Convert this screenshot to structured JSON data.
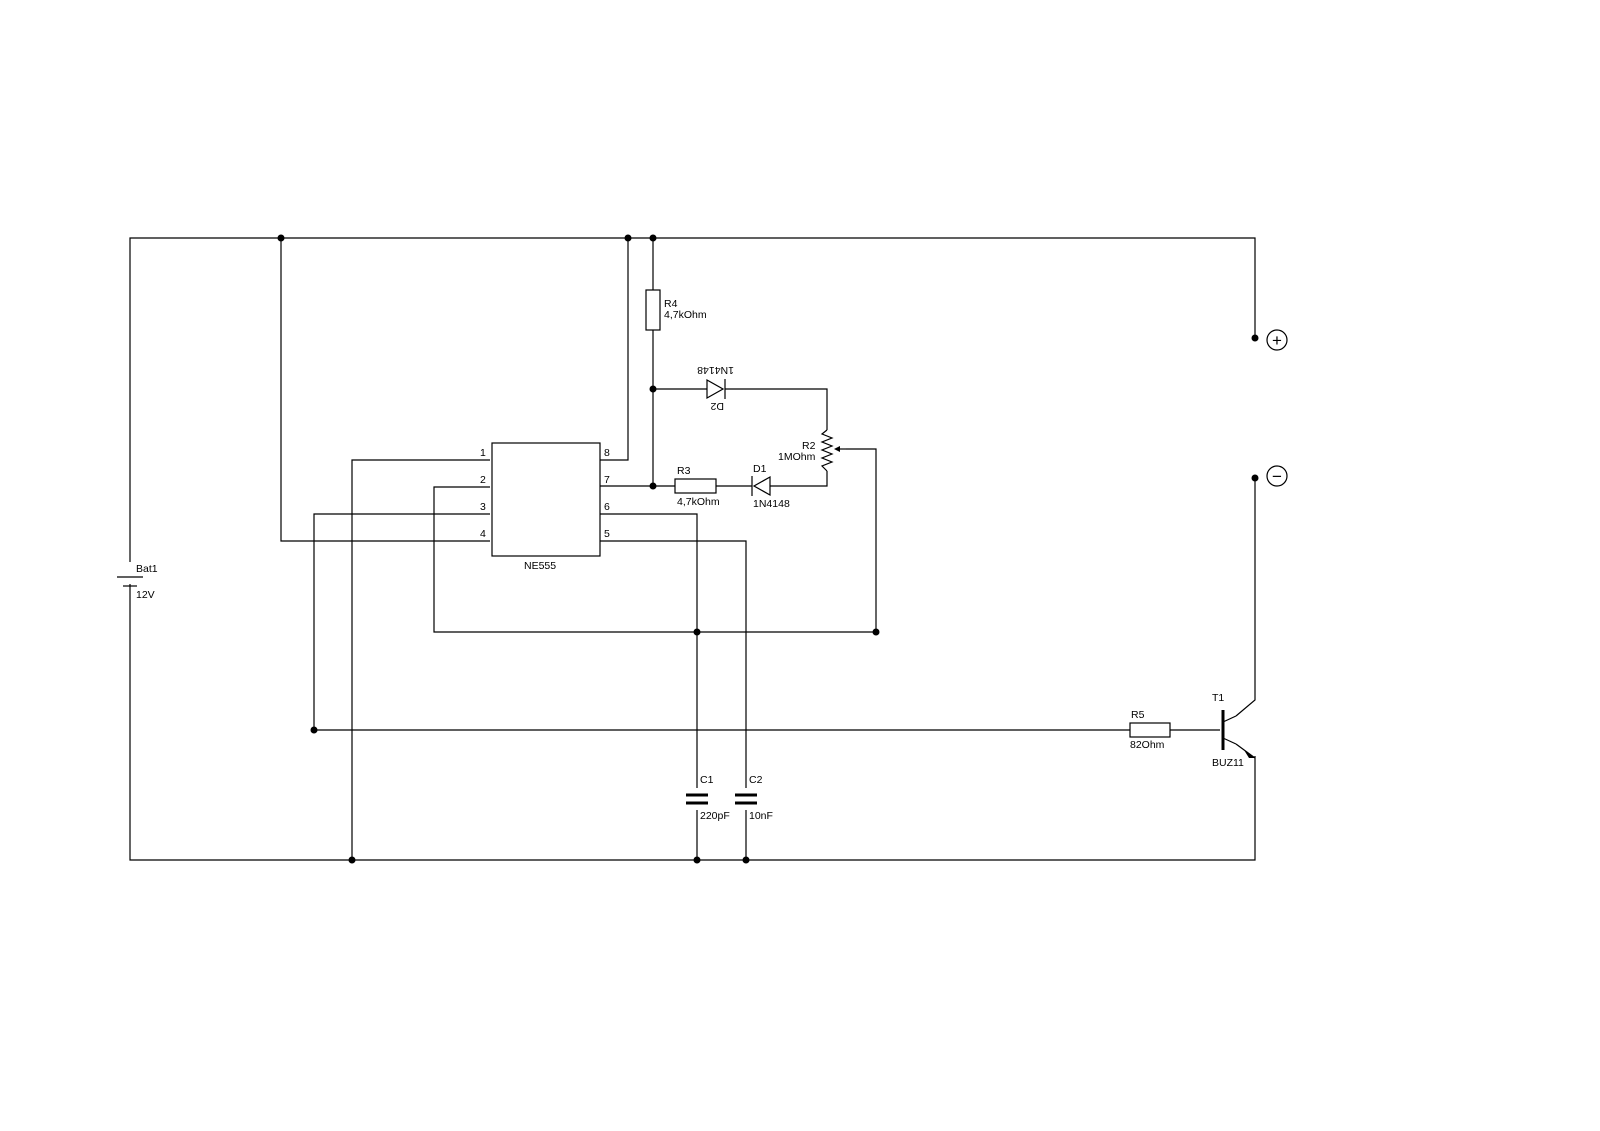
{
  "components": {
    "bat1": {
      "ref": "Bat1",
      "value": "12V"
    },
    "ic": {
      "name": "NE555",
      "pins": [
        "1",
        "2",
        "3",
        "4",
        "5",
        "6",
        "7",
        "8"
      ]
    },
    "r2": {
      "ref": "R2",
      "value": "1MOhm"
    },
    "r3": {
      "ref": "R3",
      "value": "4,7kOhm"
    },
    "r4": {
      "ref": "R4",
      "value": "4,7kOhm"
    },
    "r5": {
      "ref": "R5",
      "value": "82Ohm"
    },
    "d1": {
      "ref": "D1",
      "value": "1N4148"
    },
    "d2": {
      "ref": "D2",
      "value": "1N4148"
    },
    "c1": {
      "ref": "C1",
      "value": "220pF"
    },
    "c2": {
      "ref": "C2",
      "value": "10nF"
    },
    "t1": {
      "ref": "T1",
      "value": "BUZ11"
    }
  },
  "terminals": {
    "positive": {
      "symbol": "+"
    },
    "negative": {
      "symbol": "−"
    }
  }
}
